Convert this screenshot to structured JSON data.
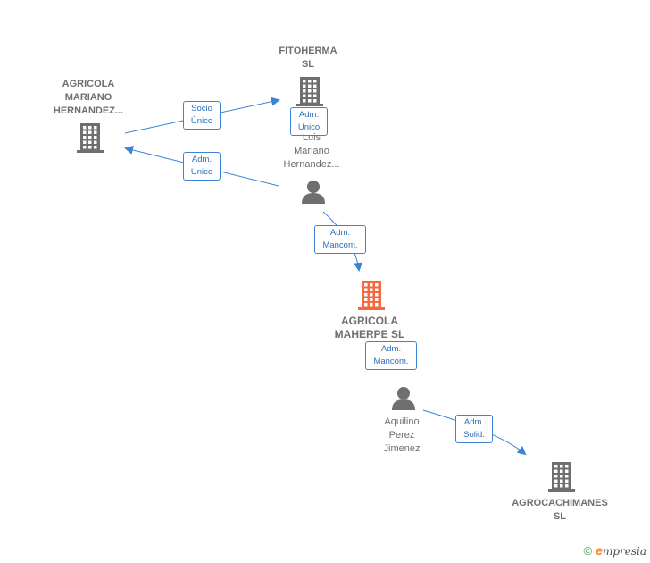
{
  "colors": {
    "edge": "#3a84d6",
    "node_default": "#6f6f6f",
    "node_focus": "#f26a3d",
    "label_text": "#2a6fc1"
  },
  "nodes": [
    {
      "id": "fitoherma",
      "type": "company",
      "lines": [
        "FITOHERMA",
        "SL"
      ],
      "style": "upper",
      "icon": "building-icon"
    },
    {
      "id": "agricola-mariano",
      "type": "company",
      "lines": [
        "AGRICOLA",
        "MARIANO",
        "HERNANDEZ..."
      ],
      "style": "upper",
      "icon": "building-icon"
    },
    {
      "id": "luis-mariano",
      "type": "person",
      "lines": [
        "Luis",
        "Mariano",
        "Hernandez..."
      ],
      "style": "normal",
      "icon": "person-icon"
    },
    {
      "id": "agricola-maherpe",
      "type": "company",
      "lines": [
        "AGRICOLA",
        "MAHERPE SL"
      ],
      "style": "focus",
      "icon": "building-icon"
    },
    {
      "id": "aquilino",
      "type": "person",
      "lines": [
        "Aquilino",
        "Perez",
        "Jimenez"
      ],
      "style": "normal",
      "icon": "person-icon"
    },
    {
      "id": "agrocachimanes",
      "type": "company",
      "lines": [
        "AGROCACHIMANES",
        "SL"
      ],
      "style": "upper",
      "icon": "building-icon"
    }
  ],
  "edges": [
    {
      "id": "e1",
      "from": "agricola-mariano",
      "to": "fitoherma",
      "label": [
        "Socio",
        "Único"
      ]
    },
    {
      "id": "e2",
      "from": "fitoherma",
      "to": "fitoherma",
      "label": [
        "Adm.",
        "Unico"
      ]
    },
    {
      "id": "e3",
      "from": "luis-mariano",
      "to": "agricola-mariano",
      "label": [
        "Adm.",
        "Unico"
      ]
    },
    {
      "id": "e4",
      "from": "luis-mariano",
      "to": "agricola-maherpe",
      "label": [
        "Adm.",
        "Mancom."
      ]
    },
    {
      "id": "e5",
      "from": "aquilino",
      "to": "agricola-maherpe",
      "label": [
        "Adm.",
        "Mancom."
      ]
    },
    {
      "id": "e6",
      "from": "aquilino",
      "to": "agrocachimanes",
      "label": [
        "Adm.",
        "Solid."
      ]
    }
  ],
  "footer": {
    "copyright": "©",
    "brand_initial": "e",
    "brand_rest": "mpresia"
  }
}
